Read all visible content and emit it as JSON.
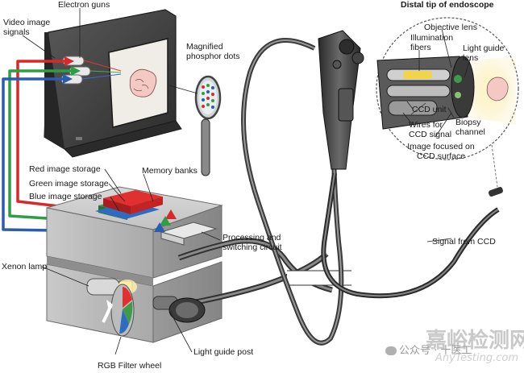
{
  "labels": {
    "electron_guns": "Electron guns",
    "video_image_signals_1": "Video image",
    "video_image_signals_2": "signals",
    "magnified_phosphor_1": "Magnified",
    "magnified_phosphor_2": "phosphor dots",
    "red_storage": "Red image storage",
    "green_storage": "Green image storage",
    "blue_storage": "Blue image storage",
    "memory_banks": "Memory banks",
    "processing_1": "Processing and",
    "processing_2": "switching circuit",
    "xenon_lamp": "Xenon lamp",
    "rgb_filter_wheel": "RGB Filter wheel",
    "light_guide_post": "Light guide post",
    "signal_from_ccd": "Signal from CCD",
    "distal_tip_title": "Distal tip of endoscope",
    "objective_lens": "Objective lens",
    "illumination_1": "Illumination",
    "illumination_2": "fibers",
    "light_guide_lens_1": "Light guide",
    "light_guide_lens_2": "lens",
    "ccd_unit": "CCD unit",
    "wires_1": "Wires for",
    "wires_2": "CCD signal",
    "biopsy_1": "Biopsy",
    "biopsy_2": "channel",
    "image_focused_1": "Image focused on",
    "image_focused_2": "CCD surface"
  },
  "watermark": {
    "site_cn": "嘉峪检测网",
    "site_en": "AnyTesting.com",
    "account": "公众号 · 十医工"
  },
  "colors": {
    "red_signal": "#d8282a",
    "green_signal": "#2e9e44",
    "blue_signal": "#2a5db0",
    "housing_gray": "#b8b8b8",
    "monitor_dark": "#3e3e3e"
  }
}
